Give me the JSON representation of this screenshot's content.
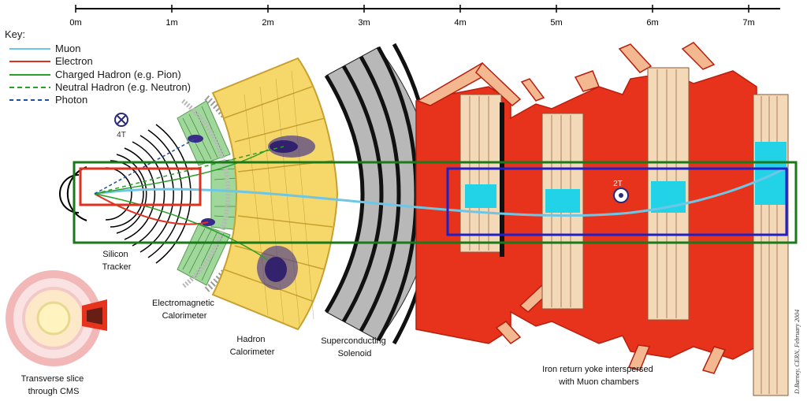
{
  "scale": {
    "ticks": [
      "0m",
      "1m",
      "2m",
      "3m",
      "4m",
      "5m",
      "6m",
      "7m"
    ]
  },
  "key": {
    "title": "Key:",
    "items": [
      {
        "label": "Muon",
        "color": "#6ec6e6",
        "style": "solid"
      },
      {
        "label": "Electron",
        "color": "#e03020",
        "style": "solid"
      },
      {
        "label": "Charged Hadron (e.g. Pion)",
        "color": "#2aa02a",
        "style": "solid"
      },
      {
        "label": "Neutral Hadron (e.g. Neutron)",
        "color": "#2aa02a",
        "style": "dashed"
      },
      {
        "label": "Photon",
        "color": "#2050a0",
        "style": "dashed"
      }
    ]
  },
  "fields": {
    "inner": "4T",
    "outer": "2T"
  },
  "components": {
    "tracker": [
      "Silicon",
      "Tracker"
    ],
    "ecal": [
      "Electromagnetic",
      "Calorimeter"
    ],
    "hcal": [
      "Hadron",
      "Calorimeter"
    ],
    "solenoid": [
      "Superconducting",
      "Solenoid"
    ],
    "yoke": [
      "Iron return yoke interspersed",
      "with Muon chambers"
    ],
    "slice": [
      "Transverse slice",
      "through CMS"
    ]
  },
  "credit": "D.Barney, CERN, February 2004",
  "colors": {
    "iron": "#e8331c",
    "iron_edge": "#b81e0e",
    "hcal": "#f6d86a",
    "ecal": "#9fd89a",
    "chamber": "#f3d9b8",
    "chamber_cyan": "#22d3e8",
    "highlight_green": "#1a7a1a",
    "highlight_red": "#e03020",
    "highlight_blue": "#2020c8"
  }
}
